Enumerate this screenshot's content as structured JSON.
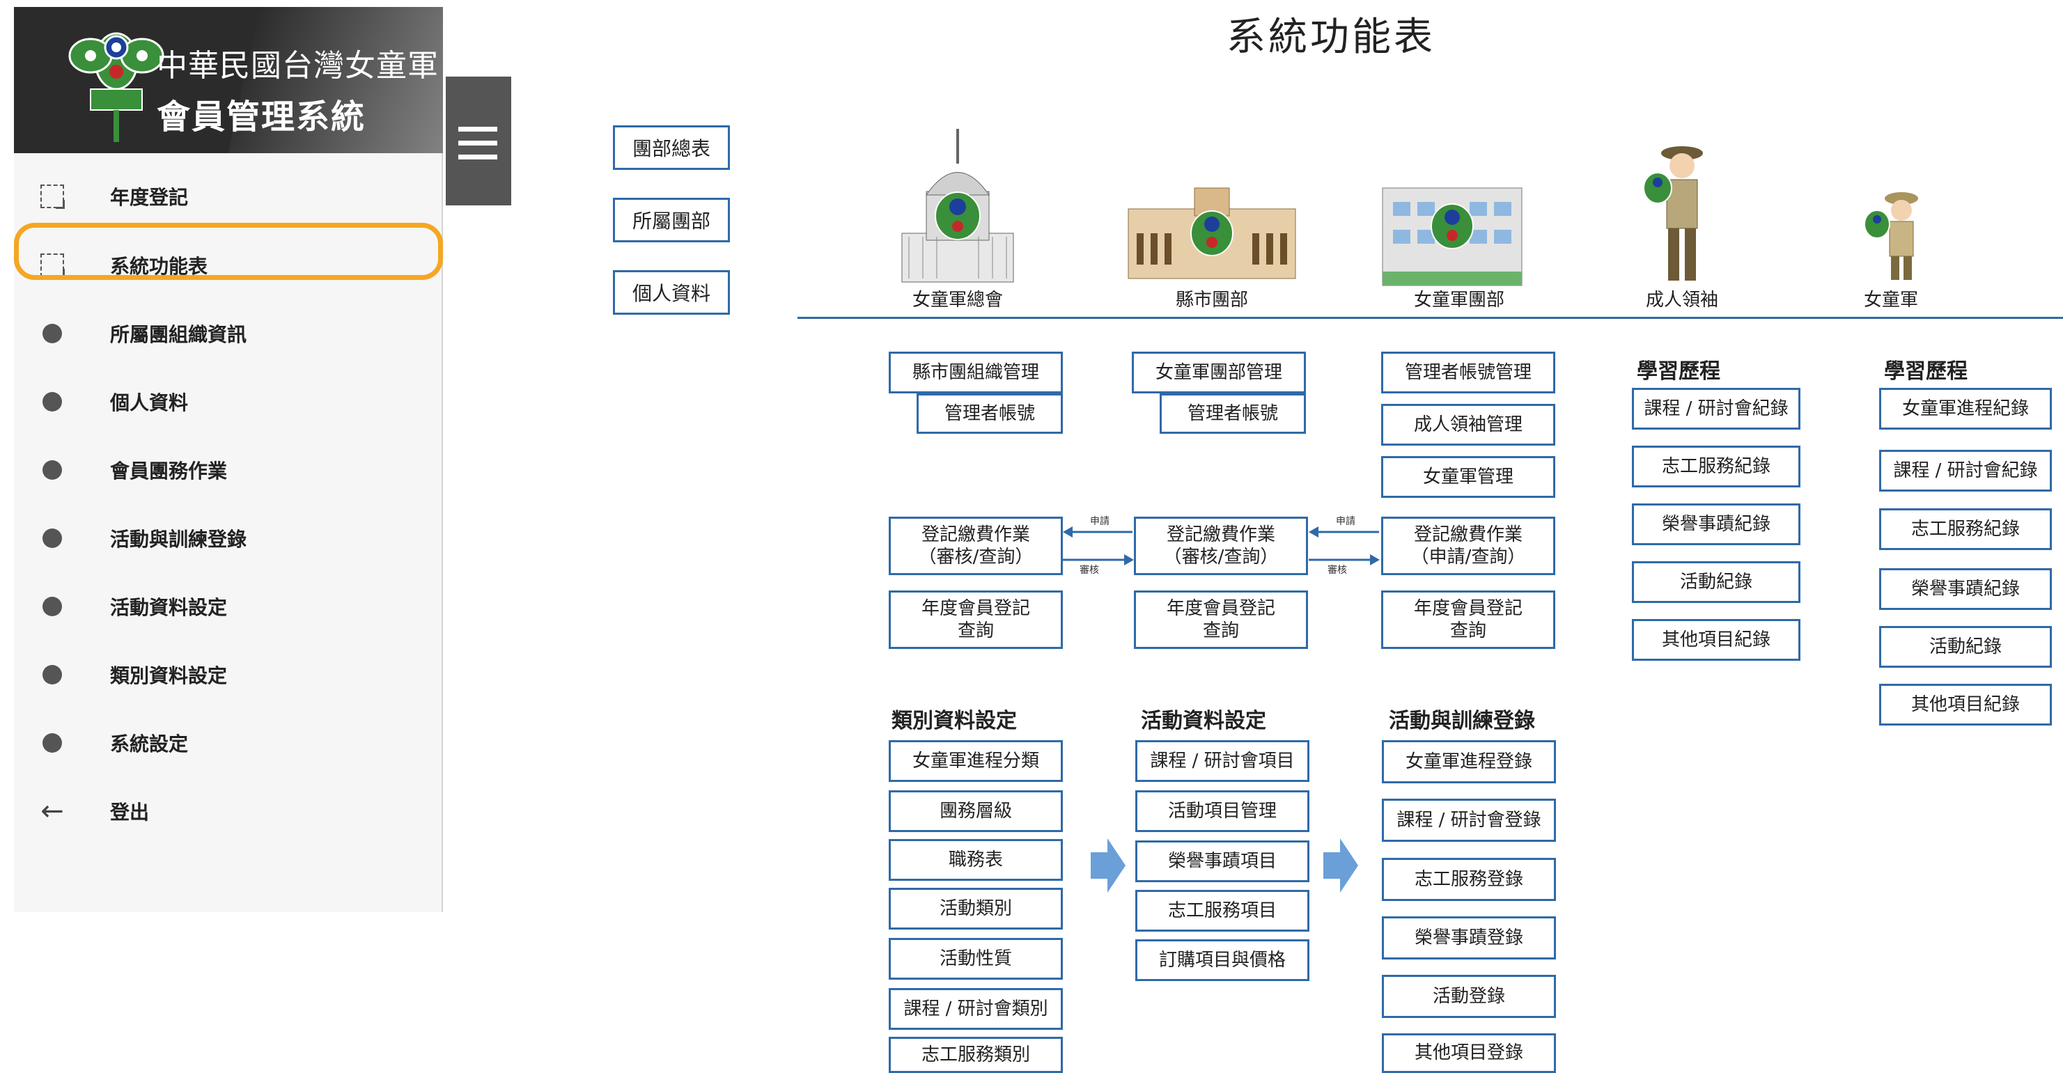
{
  "brand": {
    "line1": "中華民國台灣女童軍",
    "line2": "會員管理系統"
  },
  "menu": [
    {
      "label": "年度登記",
      "icon": "select-icon"
    },
    {
      "label": "系統功能表",
      "icon": "select-icon"
    },
    {
      "label": "所屬團組織資訊",
      "icon": "dot-icon"
    },
    {
      "label": "個人資料",
      "icon": "dot-icon"
    },
    {
      "label": "會員團務作業",
      "icon": "dot-icon"
    },
    {
      "label": "活動與訓練登錄",
      "icon": "dot-icon"
    },
    {
      "label": "活動資料設定",
      "icon": "dot-icon"
    },
    {
      "label": "類別資料設定",
      "icon": "dot-icon"
    },
    {
      "label": "系統設定",
      "icon": "dot-icon"
    },
    {
      "label": "登出",
      "icon": "arrow-left-icon"
    }
  ],
  "highlight_color": "#f5a623",
  "diagram": {
    "title": "系統功能表",
    "side_buttons": [
      "團部總表",
      "所屬團部",
      "個人資料"
    ],
    "roles": [
      "女童軍總會",
      "縣市團部",
      "女童軍團部",
      "成人領袖",
      "女童軍"
    ],
    "col1": {
      "top": [
        "縣市團組織管理",
        "管理者帳號"
      ],
      "fee": "登記繳費作業\n（審核/查詢）",
      "year": "年度會員登記\n查詢"
    },
    "col2": {
      "top": [
        "女童軍團部管理",
        "管理者帳號"
      ],
      "fee": "登記繳費作業\n（審核/查詢）",
      "year": "年度會員登記\n查詢"
    },
    "col3": {
      "top": [
        "管理者帳號管理",
        "成人領袖管理",
        "女童軍管理"
      ],
      "fee": "登記繳費作業\n（申請/查詢）",
      "year": "年度會員登記\n查詢"
    },
    "arrow_tags": {
      "apply": "申請",
      "review": "審核"
    },
    "leader": {
      "heading": "學習歷程",
      "items": [
        "課程 / 研討會紀錄",
        "志工服務紀錄",
        "榮譽事蹟紀錄",
        "活動紀錄",
        "其他項目紀錄"
      ]
    },
    "girl": {
      "heading": "學習歷程",
      "items": [
        "女童軍進程紀錄",
        "課程 / 研討會紀錄",
        "志工服務紀錄",
        "榮譽事蹟紀錄",
        "活動紀錄",
        "其他項目紀錄"
      ]
    },
    "category": {
      "heading": "類別資料設定",
      "items": [
        "女童軍進程分類",
        "團務層級",
        "職務表",
        "活動類別",
        "活動性質",
        "課程 / 研討會類別",
        "志工服務類別"
      ]
    },
    "activity": {
      "heading": "活動資料設定",
      "items": [
        "課程 / 研討會項目",
        "活動項目管理",
        "榮譽事蹟項目",
        "志工服務項目",
        "訂購項目與價格"
      ]
    },
    "training": {
      "heading": "活動與訓練登錄",
      "items": [
        "女童軍進程登錄",
        "課程 / 研討會登錄",
        "志工服務登錄",
        "榮譽事蹟登錄",
        "活動登錄",
        "其他項目登錄"
      ]
    }
  }
}
